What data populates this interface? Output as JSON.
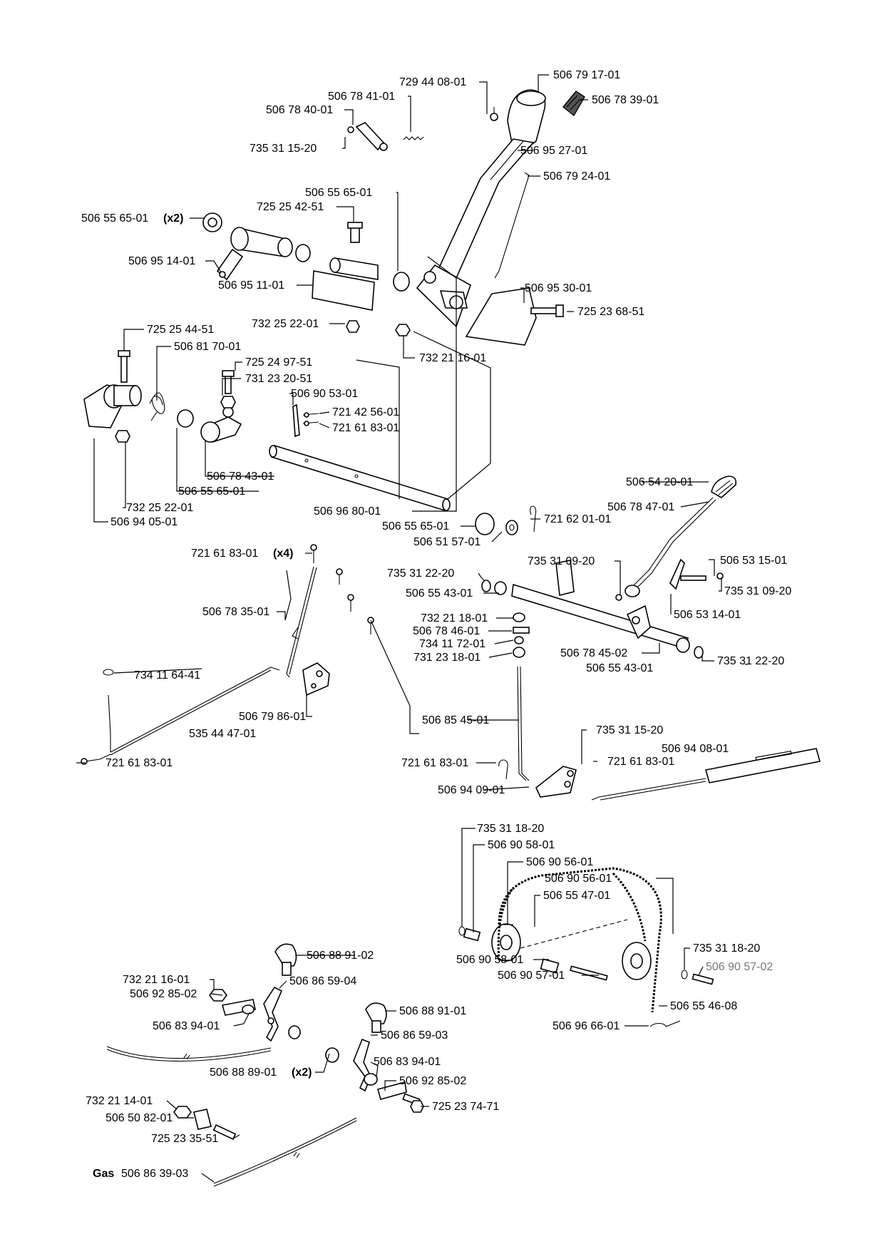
{
  "labels": {
    "l01": "729 44 08-01",
    "l02": "506 79 17-01",
    "l03": "506 78 41-01",
    "l04": "506 78 39-01",
    "l05": "506 78 40-01",
    "l06": "735 31 15-20",
    "l07": "506 95 27-01",
    "l08": "506 79 24-01",
    "l09": "506 55 65-01",
    "l10": "725 25 42-51",
    "l11": "506 55 65-01",
    "l11x": "(x2)",
    "l12": "506 95 14-01",
    "l13": "506 95 11-01",
    "l14": "506 95 30-01",
    "l15": "725 23 68-51",
    "l16": "732 25 22-01",
    "l17": "732 21 16-01",
    "l18": "725 25 44-51",
    "l19": "506 81 70-01",
    "l20": "725 24 97-51",
    "l21": "731 23 20-51",
    "l22": "506 90 53-01",
    "l23": "721 42 56-01",
    "l24": "721 61 83-01",
    "l25": "506 78 43-01",
    "l26": "506 55 65-01",
    "l27": "732 25 22-01",
    "l28": "506 94 05-01",
    "l29": "506 96 80-01",
    "l30": "506 54 20-01",
    "l31": "506 78 47-01",
    "l32": "506 55 65-01",
    "l33": "721 62 01-01",
    "l34": "506 51 57-01",
    "l35": "721 61 83-01",
    "l35x": "(x4)",
    "l36": "735 31 09-20",
    "l37": "506 53 15-01",
    "l38": "735 31 22-20",
    "l39": "506 55 43-01",
    "l40": "735 31 09-20",
    "l41": "506 53 14-01",
    "l42": "506 78 35-01",
    "l43": "732 21 18-01",
    "l44": "506 78 46-01",
    "l45": "734 11 72-01",
    "l46": "731 23 18-01",
    "l47": "506 78 45-02",
    "l48": "735 31 22-20",
    "l49": "506 55 43-01",
    "l50": "734 11 64-41",
    "l51": "506 79 86-01",
    "l52": "506 85 45-01",
    "l53": "535 44 47-01",
    "l54": "735 31 15-20",
    "l55": "506 94 08-01",
    "l56": "721 61 83-01",
    "l57": "721 61 83-01",
    "l58": "721 61 83-01",
    "l59": "506 94 09-01",
    "l60": "735 31 18-20",
    "l61": "506 90 58-01",
    "l62": "506 90 56-01",
    "l63": "506 90 56-01",
    "l64": "506 55 47-01",
    "l65": "506 88 91-02",
    "l66": "735 31 18-20",
    "l67": "506 90 57-02",
    "l68": "732 21 16-01",
    "l69": "506 86 59-04",
    "l70": "506 90 58-01",
    "l71": "506 90 57-01",
    "l72": "506 92 85-02",
    "l73": "506 88 91-01",
    "l74": "506 55 46-08",
    "l75": "506 83 94-01",
    "l76": "506 86 59-03",
    "l77": "506 96 66-01",
    "l78": "506 83 94-01",
    "l79": "506 88 89-01",
    "l79x": "(x2)",
    "l80": "506 92 85-02",
    "l81": "732 21 14-01",
    "l82": "725 23 74-71",
    "l83": "506 50 82-01",
    "l84": "725 23 35-51",
    "l85p": "Gas",
    "l85": "506 86 39-03"
  }
}
